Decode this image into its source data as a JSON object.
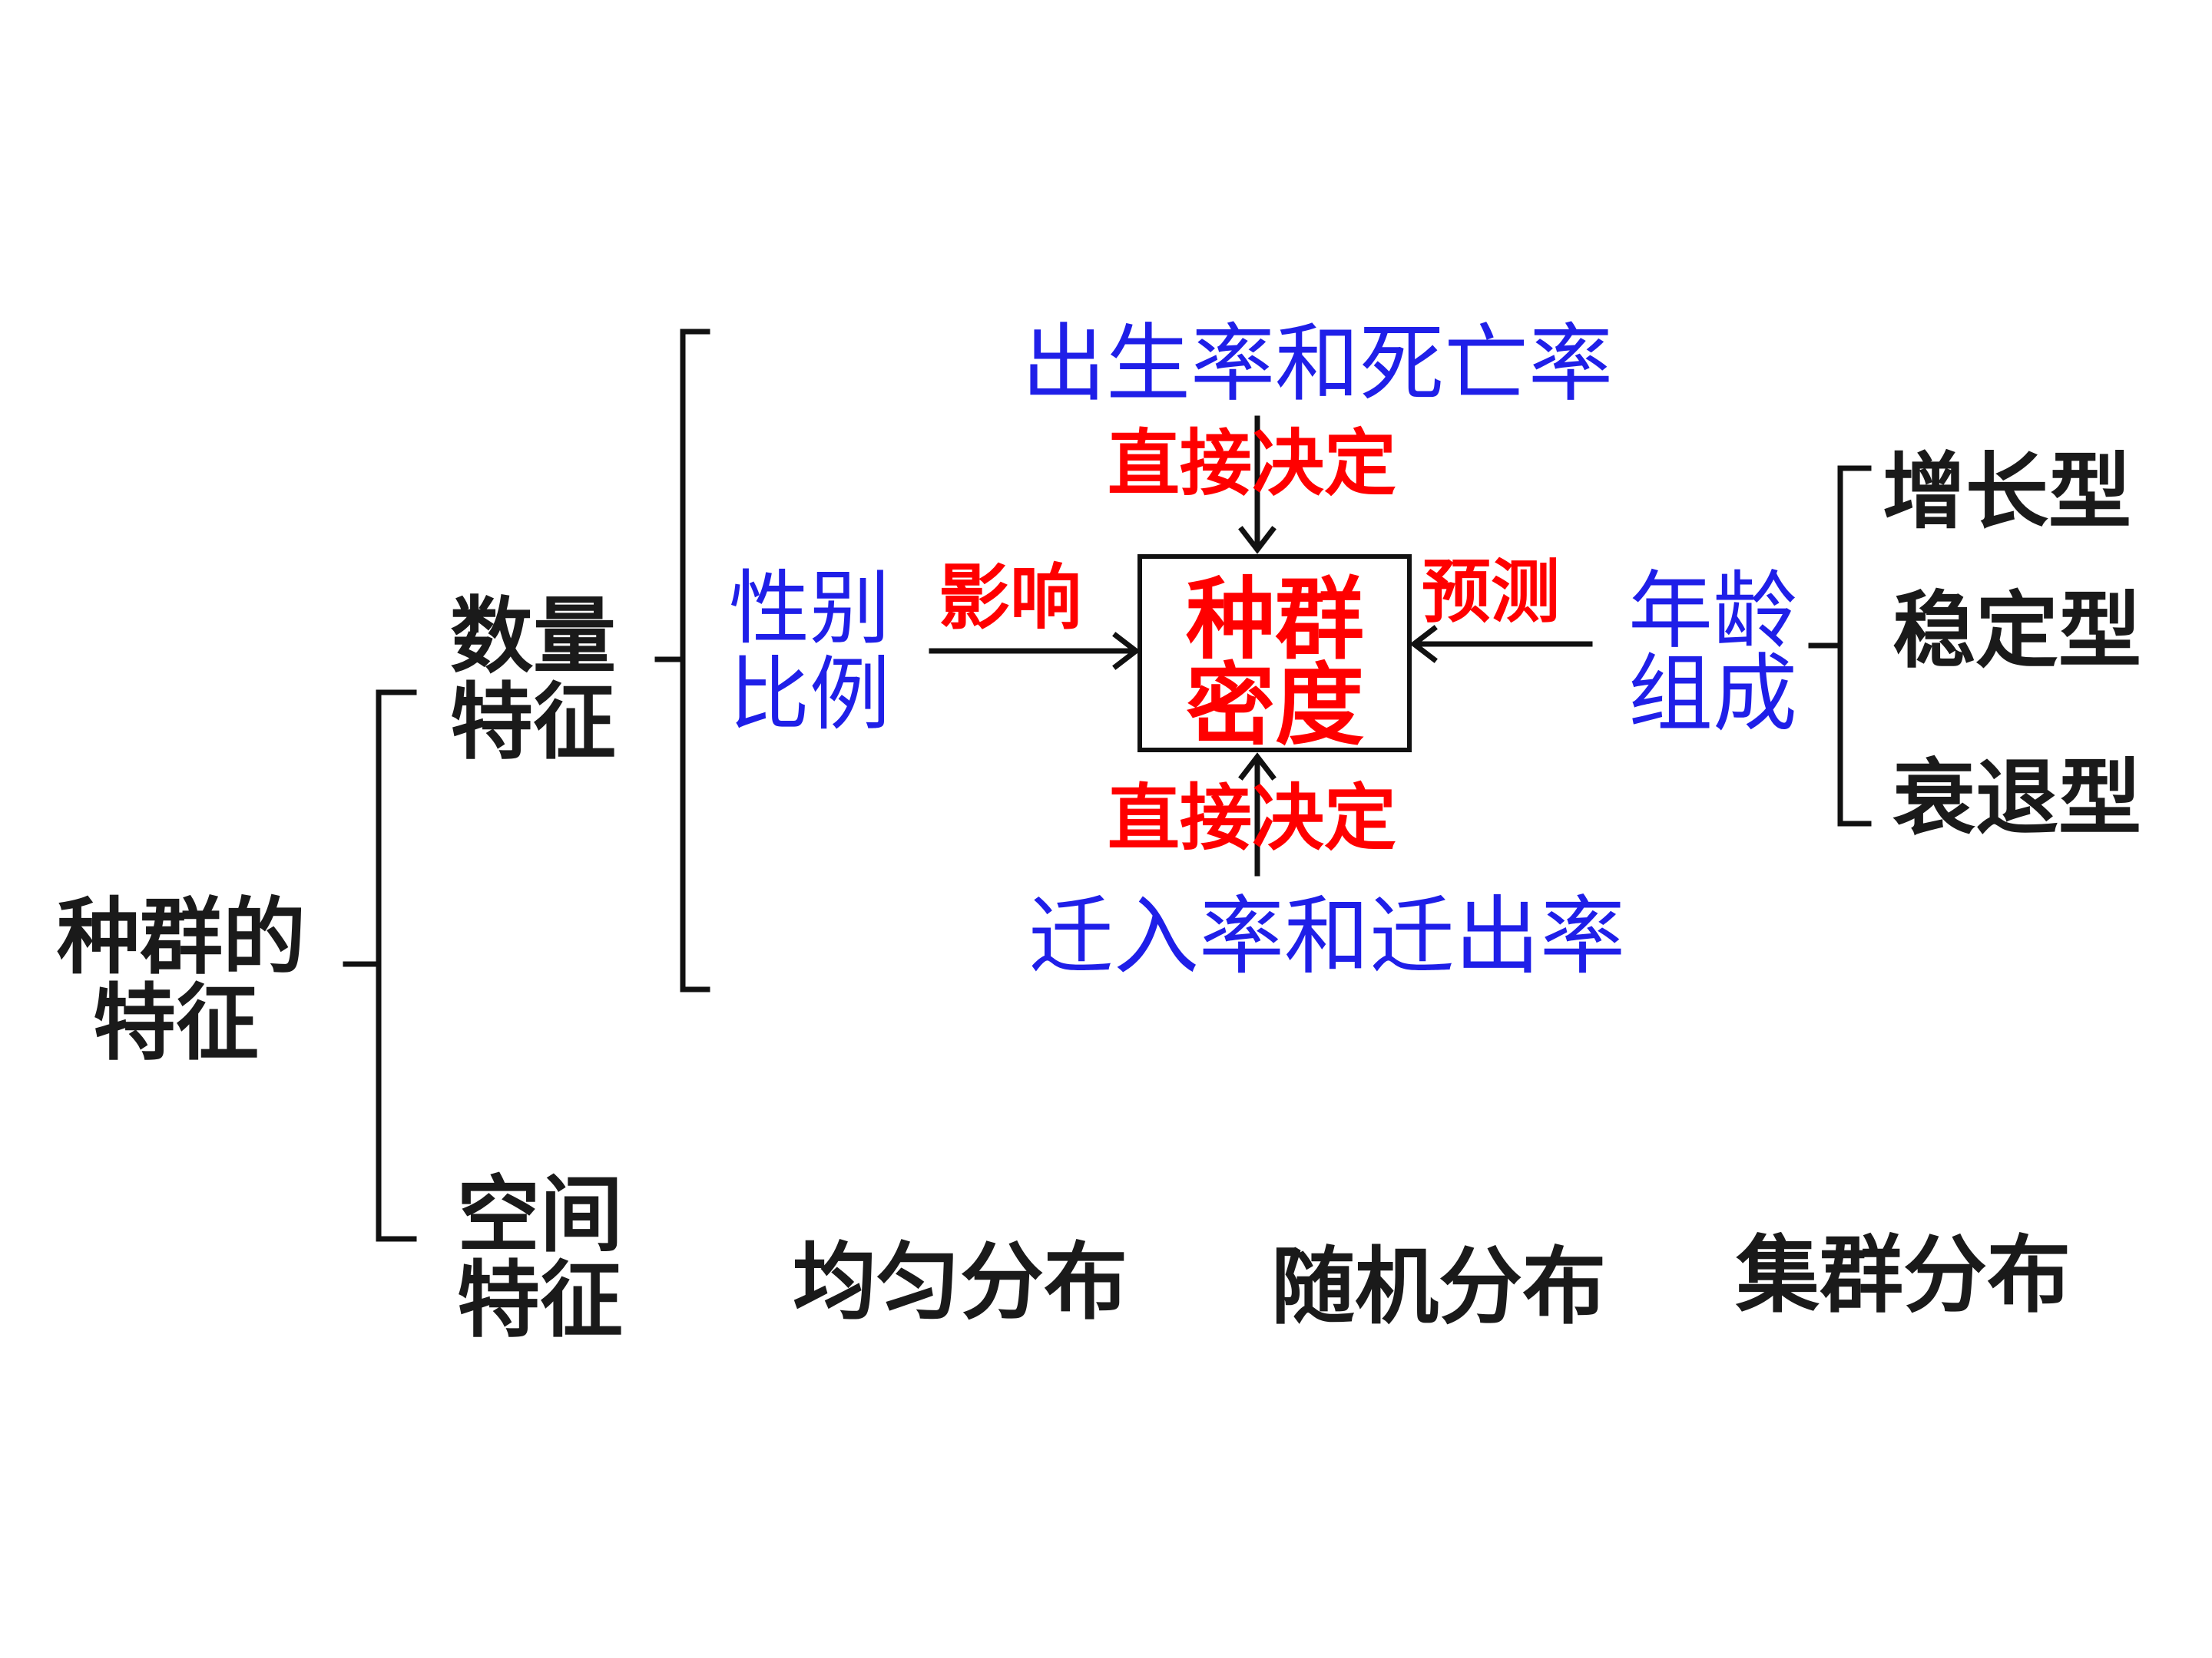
{
  "root": {
    "line1": "种群的",
    "line2": "特征"
  },
  "quantity": {
    "line1": "数量",
    "line2": "特征"
  },
  "spatial": {
    "line1": "空间",
    "line2": "特征",
    "distributions": [
      "均匀分布",
      "随机分布",
      "集群分布"
    ]
  },
  "density_box": {
    "line1": "种群",
    "line2": "密度"
  },
  "birth_death": "出生率和死亡率",
  "migration": "迁入率和迁出率",
  "sex_ratio": {
    "line1": "性别",
    "line2": "比例"
  },
  "age_structure": {
    "line1": "年龄",
    "line2": "组成",
    "types": [
      "增长型",
      "稳定型",
      "衰退型"
    ]
  },
  "relations": {
    "direct_top": "直接决定",
    "direct_bottom": "直接决定",
    "influence": "影响",
    "predict": "预测"
  },
  "colors": {
    "blue": "#1f1fe8",
    "red": "#ff0000",
    "black": "#1a1a1a"
  }
}
